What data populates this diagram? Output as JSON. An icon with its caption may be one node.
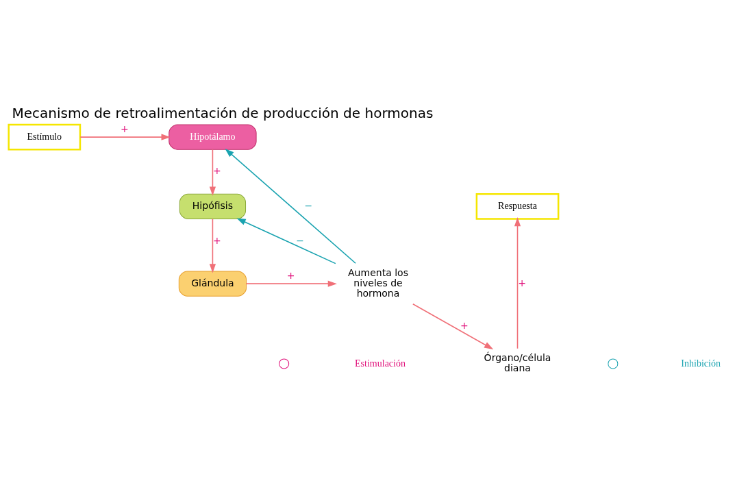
{
  "diagram": {
    "title": "Mecanismo de retroalimentación de producción de hormonas",
    "nodes": [
      {
        "text": [
          "Estímulo"
        ]
      },
      {
        "text": [
          "Respuesta"
        ]
      },
      {
        "text": [
          "Hipotálamo"
        ]
      },
      {
        "text": [
          "Hipófisis"
        ]
      },
      {
        "text": [
          "Órgano/célula diana"
        ]
      },
      {
        "text": [
          "Glándula"
        ]
      },
      {
        "text": [
          "Aumenta los niveles de hormona"
        ]
      }
    ],
    "edges": [
      {
        "from": 0,
        "to": 2,
        "arrow": "to",
        "label": "+"
      },
      {
        "from": 2,
        "to": 3,
        "arrow": "to",
        "label": "+"
      },
      {
        "from": 3,
        "to": 5,
        "arrow": "to",
        "label": "+"
      },
      {
        "from": 5,
        "to": 6,
        "arrow": "to",
        "label": "+"
      },
      {
        "from": 6,
        "to": 4,
        "arrow": "to",
        "label": "+"
      },
      {
        "from": 4,
        "to": 1,
        "arrow": "to",
        "label": "+"
      },
      {
        "from": 6,
        "to": 2,
        "arrow": "to",
        "label": "−",
        "color": "#1aa3b0"
      },
      {
        "from": 6,
        "to": 3,
        "arrow": "to",
        "label": "−",
        "color": "#1aa3b0"
      }
    ],
    "legend": [
      {
        "text": "Estimulación"
      },
      {
        "text": "Inhibición"
      }
    ]
  }
}
